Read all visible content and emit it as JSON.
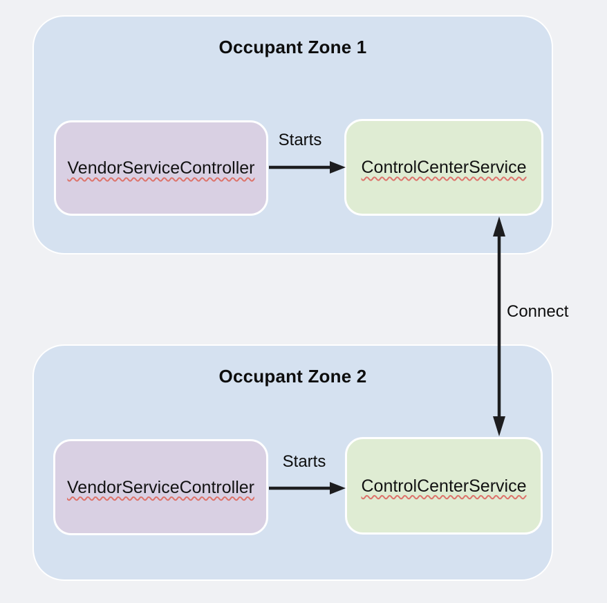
{
  "zones": [
    {
      "title": "Occupant Zone 1",
      "controller_label": "VendorServiceController",
      "service_label": "ControlCenterService",
      "starts_label": "Starts"
    },
    {
      "title": "Occupant Zone 2",
      "controller_label": "VendorServiceController",
      "service_label": "ControlCenterService",
      "starts_label": "Starts"
    }
  ],
  "connect_label": "Connect",
  "colors": {
    "page_bg": "#f0f1f4",
    "zone_bg": "#d5e1f0",
    "controller_bg": "#d9d0e3",
    "service_bg": "#dfecd3",
    "arrow": "#1d1d1f",
    "squiggle": "#dd736b",
    "text": "#121212",
    "node_border": "#ffffff"
  }
}
